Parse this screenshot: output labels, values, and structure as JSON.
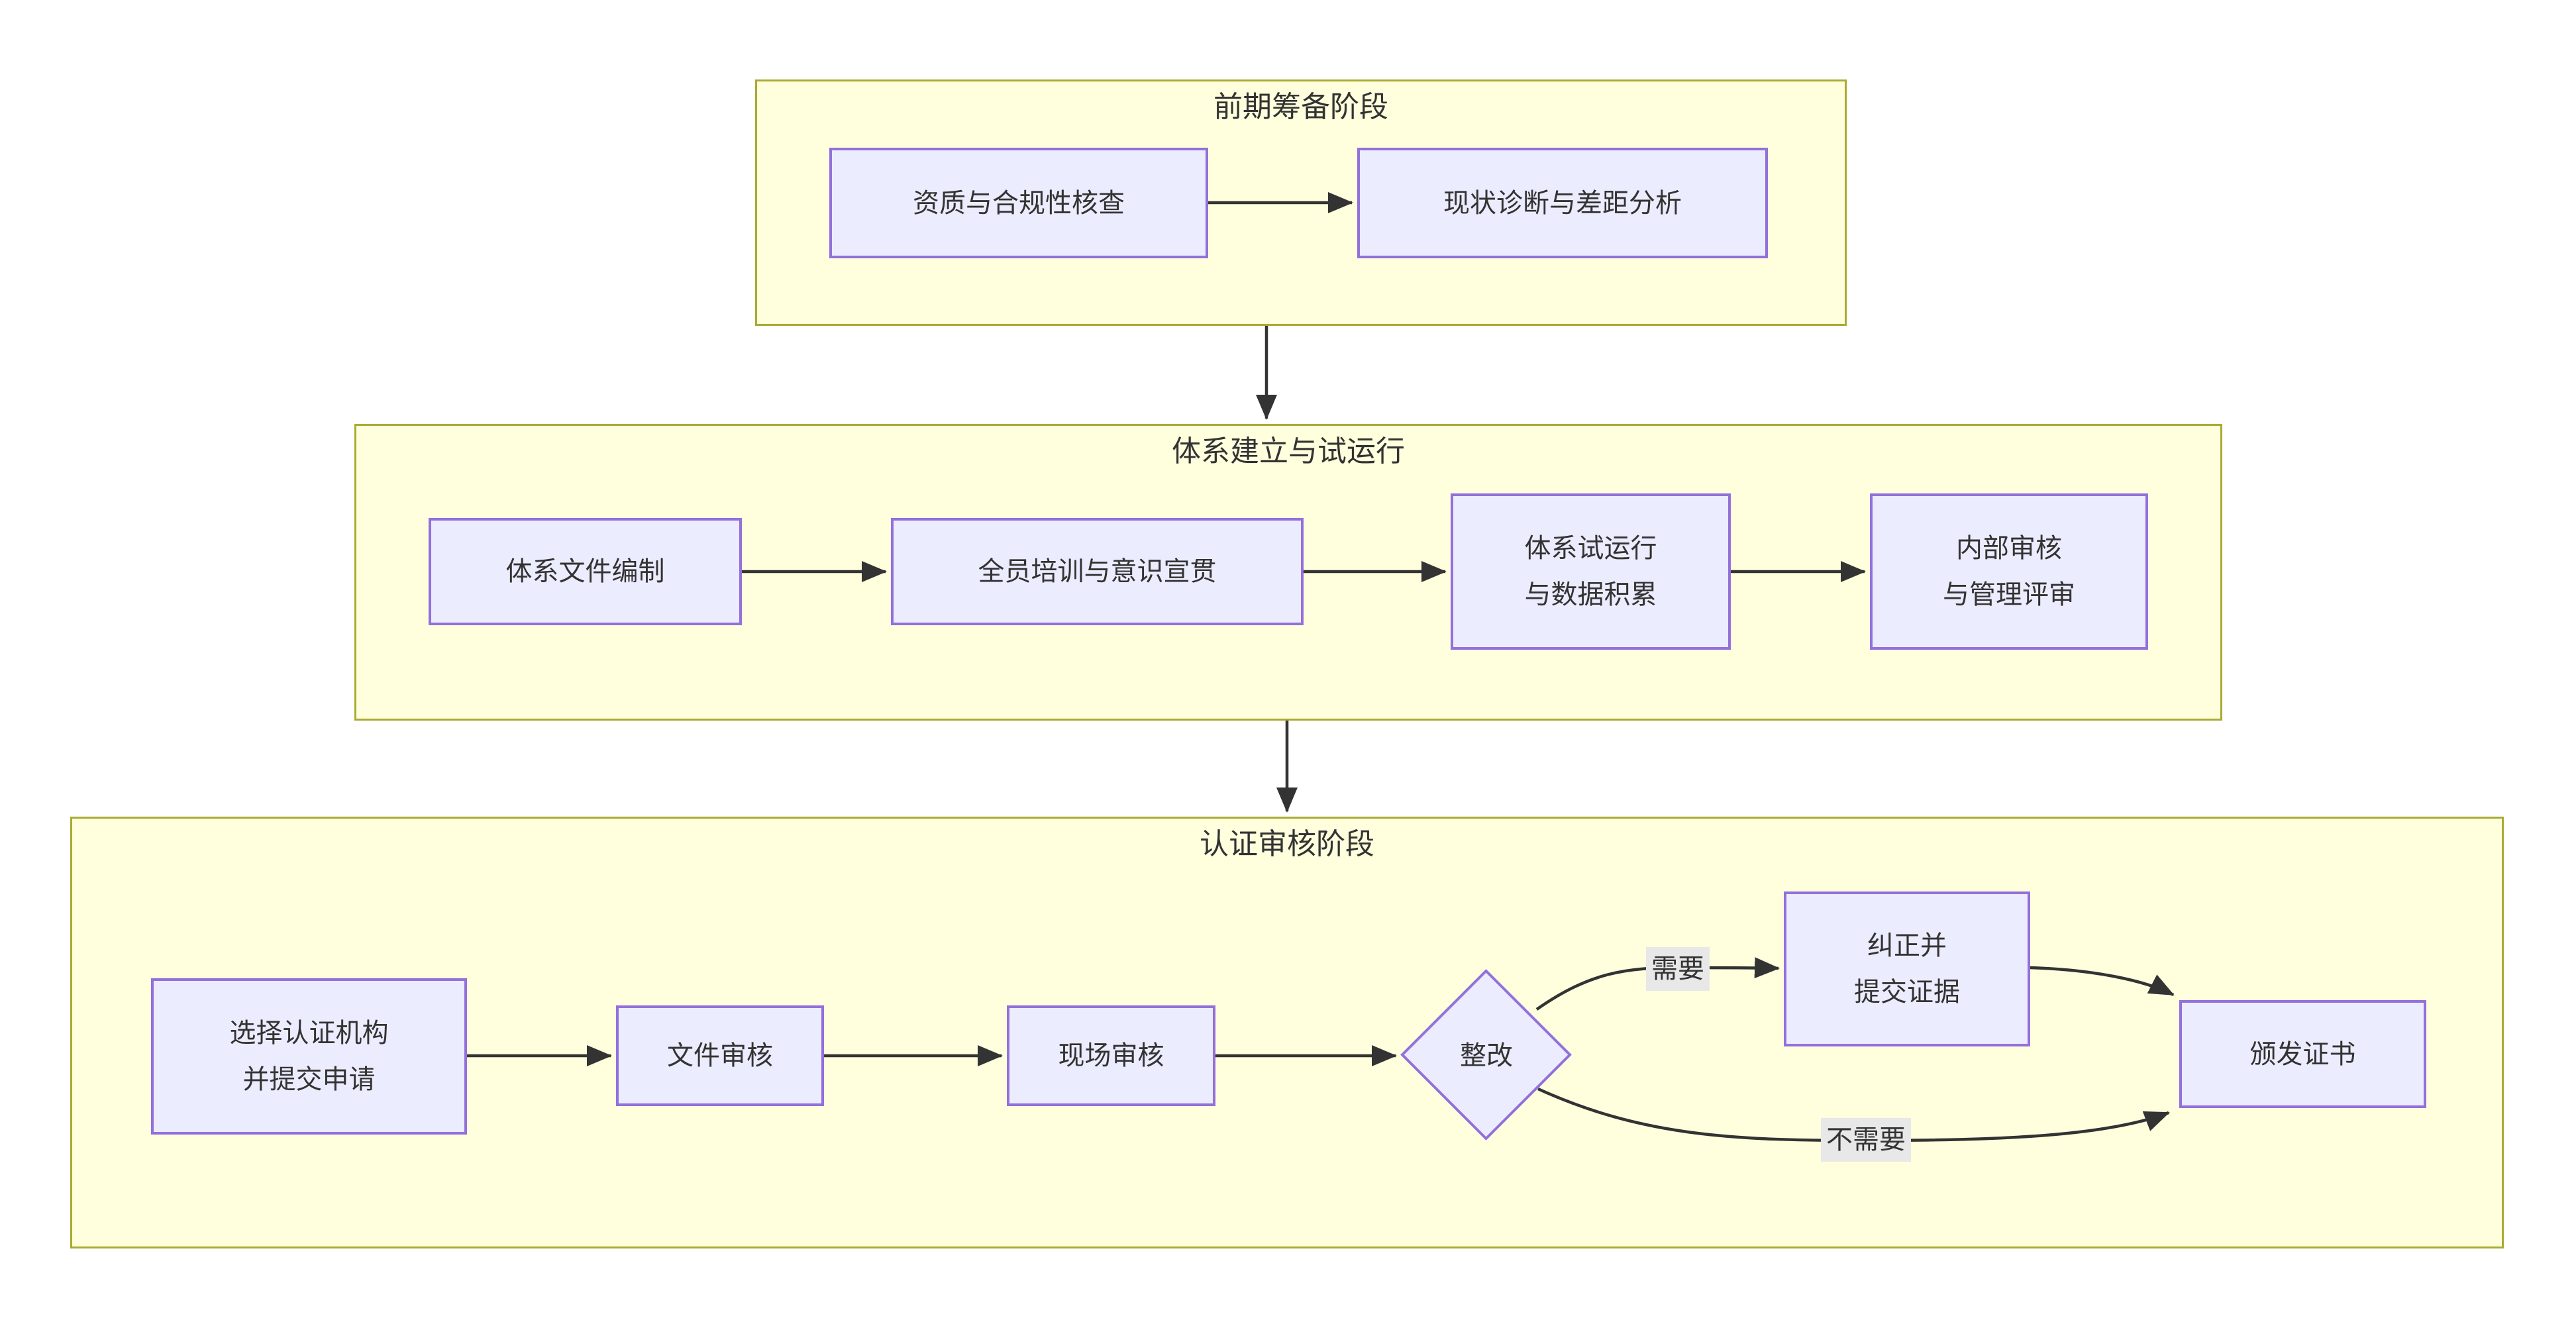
{
  "diagram": {
    "type": "flowchart",
    "colors": {
      "node_fill": "#ECECFF",
      "node_border": "#9370DB",
      "cluster_fill": "#ffffde",
      "cluster_border": "#aaaa33",
      "edge_color": "#333333",
      "text_color": "#333333",
      "edge_label_bg": "#e8e8e8",
      "page_bg": "#ffffff"
    },
    "stages": [
      {
        "title": "前期筹备阶段",
        "nodes": [
          {
            "line1": "资质与合规性核查"
          },
          {
            "line1": "现状诊断与差距分析"
          }
        ]
      },
      {
        "title": "体系建立与试运行",
        "nodes": [
          {
            "line1": "体系文件编制"
          },
          {
            "line1": "全员培训与意识宣贯"
          },
          {
            "line1": "体系试运行",
            "line2": "与数据积累"
          },
          {
            "line1": "内部审核",
            "line2": "与管理评审"
          }
        ]
      },
      {
        "title": "认证审核阶段",
        "nodes": [
          {
            "line1": "选择认证机构",
            "line2": "并提交申请"
          },
          {
            "line1": "文件审核"
          },
          {
            "line1": "现场审核"
          },
          {
            "line1": "整改",
            "shape": "diamond"
          },
          {
            "line1": "纠正并",
            "line2": "提交证据"
          },
          {
            "line1": "颁发证书"
          }
        ]
      }
    ],
    "edges": [
      {
        "from": "资质与合规性核查",
        "to": "现状诊断与差距分析",
        "label": ""
      },
      {
        "from": "前期筹备阶段",
        "to": "体系建立与试运行",
        "label": ""
      },
      {
        "from": "体系文件编制",
        "to": "全员培训与意识宣贯",
        "label": ""
      },
      {
        "from": "全员培训与意识宣贯",
        "to": "体系试运行与数据积累",
        "label": ""
      },
      {
        "from": "体系试运行与数据积累",
        "to": "内部审核与管理评审",
        "label": ""
      },
      {
        "from": "体系建立与试运行",
        "to": "认证审核阶段",
        "label": ""
      },
      {
        "from": "选择认证机构并提交申请",
        "to": "文件审核",
        "label": ""
      },
      {
        "from": "文件审核",
        "to": "现场审核",
        "label": ""
      },
      {
        "from": "现场审核",
        "to": "整改",
        "label": ""
      },
      {
        "from": "整改",
        "to": "纠正并提交证据",
        "label": "需要"
      },
      {
        "from": "纠正并提交证据",
        "to": "颁发证书",
        "label": ""
      },
      {
        "from": "整改",
        "to": "颁发证书",
        "label": "不需要"
      }
    ]
  }
}
